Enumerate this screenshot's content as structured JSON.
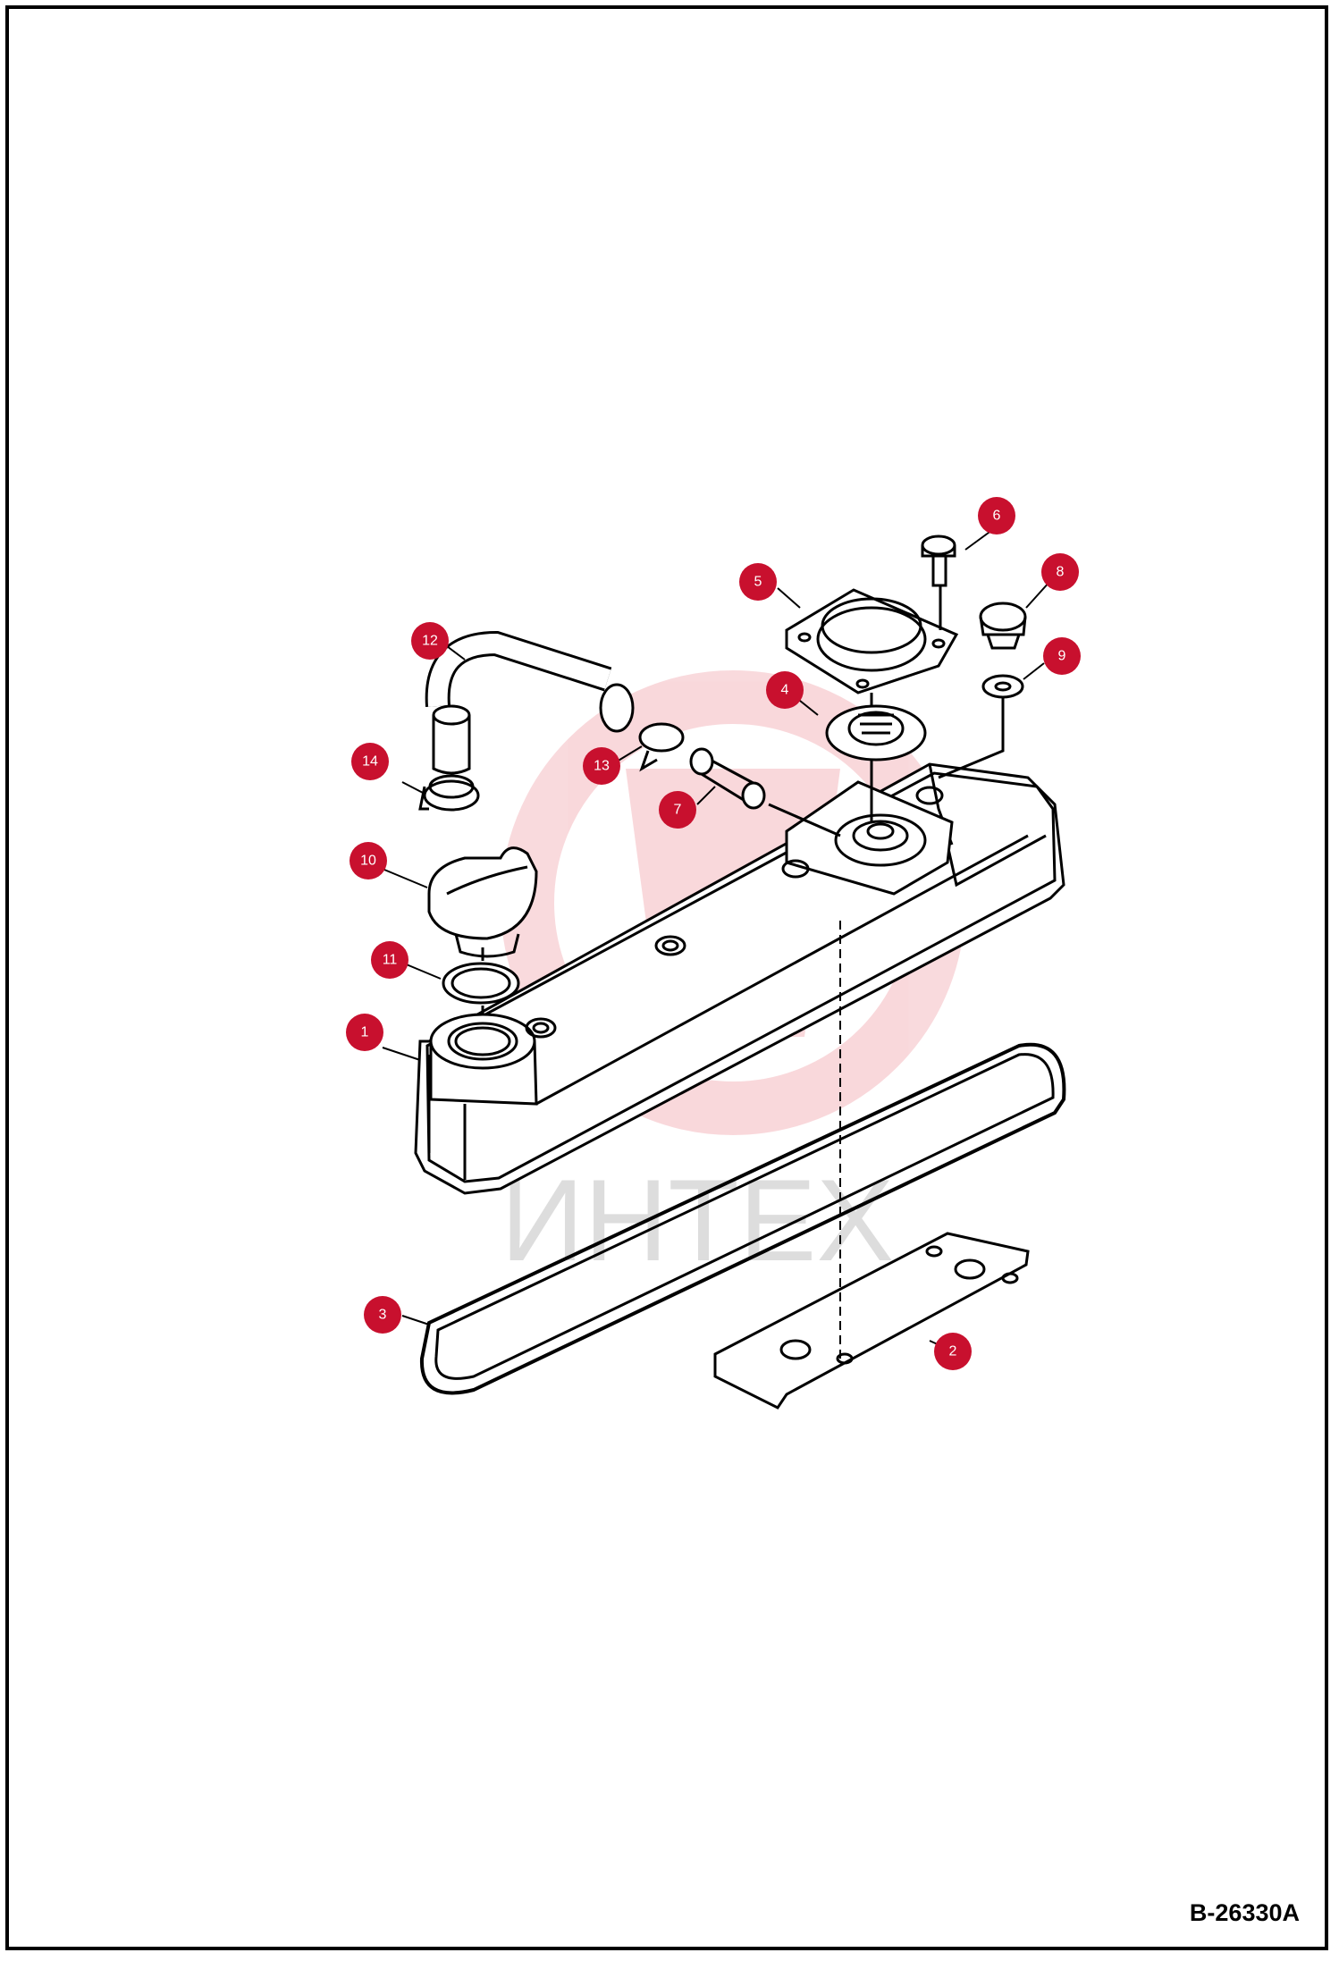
{
  "drawing_ref": "B-26330A",
  "watermark_text": "ИНТЕХ",
  "accent_color": "#c8102e",
  "callouts": [
    {
      "label": "1"
    },
    {
      "label": "2"
    },
    {
      "label": "3"
    },
    {
      "label": "4"
    },
    {
      "label": "5"
    },
    {
      "label": "6"
    },
    {
      "label": "7"
    },
    {
      "label": "8"
    },
    {
      "label": "9"
    },
    {
      "label": "10"
    },
    {
      "label": "11"
    },
    {
      "label": "12"
    },
    {
      "label": "13"
    },
    {
      "label": "14"
    }
  ]
}
